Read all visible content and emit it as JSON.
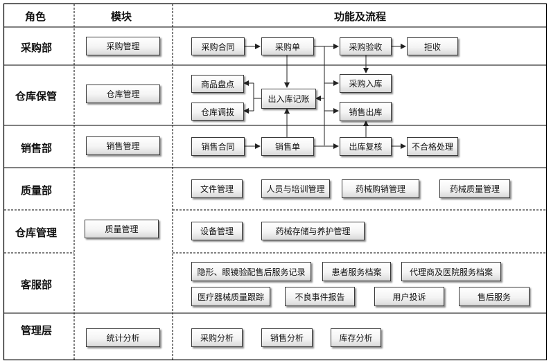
{
  "header": {
    "role": "角色",
    "module": "模块",
    "function": "功能及流程"
  },
  "roles": {
    "procurement": "采购部",
    "warehouse_keeping": "仓库保管",
    "sales": "销售部",
    "quality": "质量部",
    "warehouse_mgmt": "仓库管理",
    "customer_service": "客服部",
    "management": "管理层"
  },
  "modules": {
    "procurement": "采购管理",
    "warehouse": "仓库管理",
    "sales": "销售管理",
    "quality": "质量管理",
    "statistics": "统计分析"
  },
  "flow": {
    "purchase_contract": "采购合同",
    "purchase_order": "采购单",
    "purchase_inspection": "采购验收",
    "reject": "拒收",
    "stock_taking": "商品盘点",
    "stock_transfer": "仓库调拔",
    "inout_record": "出入库记账",
    "purchase_inbound": "采购入库",
    "sales_outbound": "销售出库",
    "sales_contract": "销售合同",
    "sales_order": "销售单",
    "outbound_review": "出库复核",
    "nonconforming": "不合格处理"
  },
  "quality": {
    "docs": "文件管理",
    "training": "人员与培训管理",
    "device_purchase_sales": "药械购销管理",
    "device_quality": "药械质量管理"
  },
  "warehouse_mgmt": {
    "equipment": "设备管理",
    "storage_care": "药械存储与养护管理"
  },
  "service": {
    "lens_after_sales": "隐形、眼镜验配售后服务记录",
    "patient_files": "患者服务档案",
    "agent_hospital_files": "代理商及医院服务档案",
    "device_tracking": "医疗器械质量跟踪",
    "adverse_events": "不良事件报告",
    "complaints": "用户投诉",
    "after_sales": "售后服务"
  },
  "analysis": {
    "purchase": "采购分析",
    "sales": "销售分析",
    "inventory": "库存分析"
  }
}
